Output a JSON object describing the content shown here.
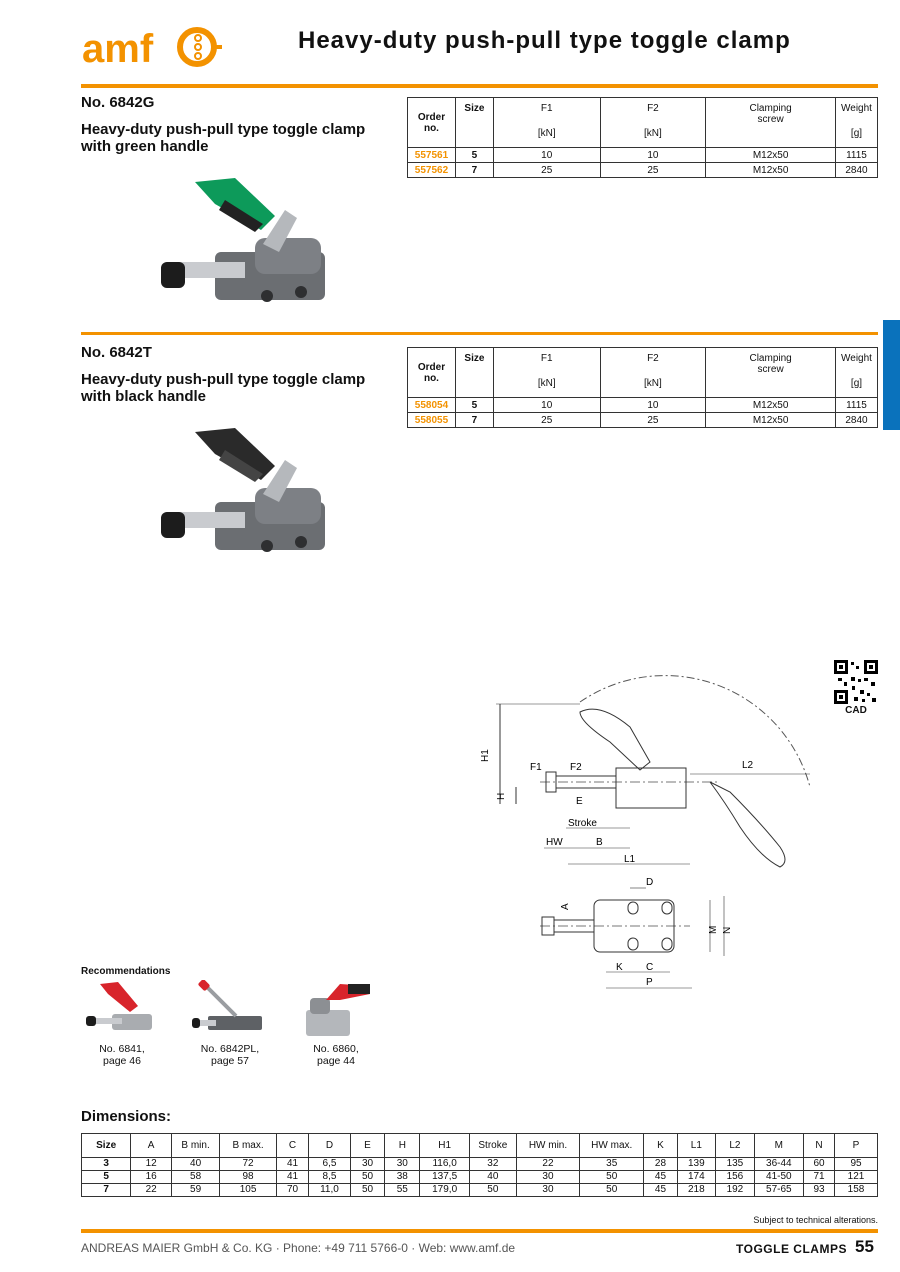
{
  "header": {
    "logo_text": "amf",
    "title": "Heavy-duty push-pull type toggle clamp"
  },
  "colors": {
    "accent": "#f39200",
    "side_tab": "#0a72bc",
    "green_handle": "#0d9a5a",
    "black_handle": "#2a2a2a"
  },
  "spec_headers": {
    "order": "Order no.",
    "size": "Size",
    "f1": "F1",
    "f1_unit": "[kN]",
    "f2": "F2",
    "f2_unit": "[kN]",
    "screw": "Clamping screw",
    "weight": "Weight",
    "weight_unit": "[g]"
  },
  "products": [
    {
      "number": "No. 6842G",
      "description": "Heavy-duty push-pull type toggle clamp with green handle",
      "rows": [
        {
          "order": "557561",
          "size": "5",
          "f1": "10",
          "f2": "10",
          "screw": "M12x50",
          "weight": "1115"
        },
        {
          "order": "557562",
          "size": "7",
          "f1": "25",
          "f2": "25",
          "screw": "M12x50",
          "weight": "2840"
        }
      ]
    },
    {
      "number": "No. 6842T",
      "description": "Heavy-duty push-pull type toggle clamp with black handle",
      "rows": [
        {
          "order": "558054",
          "size": "5",
          "f1": "10",
          "f2": "10",
          "screw": "M12x50",
          "weight": "1115"
        },
        {
          "order": "558055",
          "size": "7",
          "f1": "25",
          "f2": "25",
          "screw": "M12x50",
          "weight": "2840"
        }
      ]
    }
  ],
  "cad_label": "CAD",
  "drawing_labels": {
    "h1": "H1",
    "h": "H",
    "f1": "F1",
    "f2": "F2",
    "e": "E",
    "l2": "L2",
    "stroke": "Stroke",
    "hw": "HW",
    "b": "B",
    "l1": "L1",
    "d": "D",
    "a": "A",
    "m": "M",
    "n": "N",
    "k": "K",
    "c": "C",
    "p": "P"
  },
  "recommendations": {
    "title": "Recommendations",
    "items": [
      {
        "line1": "No. 6841,",
        "line2": "page 46"
      },
      {
        "line1": "No. 6842PL,",
        "line2": "page 57"
      },
      {
        "line1": "No. 6860,",
        "line2": "page 44"
      }
    ]
  },
  "dimensions": {
    "title": "Dimensions:",
    "headers": [
      "Size",
      "A",
      "B min.",
      "B max.",
      "C",
      "D",
      "E",
      "H",
      "H1",
      "Stroke",
      "HW min.",
      "HW max.",
      "K",
      "L1",
      "L2",
      "M",
      "N",
      "P"
    ],
    "rows": [
      [
        "3",
        "12",
        "40",
        "72",
        "41",
        "6,5",
        "30",
        "30",
        "116,0",
        "32",
        "22",
        "35",
        "28",
        "139",
        "135",
        "36-44",
        "60",
        "95"
      ],
      [
        "5",
        "16",
        "58",
        "98",
        "41",
        "8,5",
        "50",
        "38",
        "137,5",
        "40",
        "30",
        "50",
        "45",
        "174",
        "156",
        "41-50",
        "71",
        "121"
      ],
      [
        "7",
        "22",
        "59",
        "105",
        "70",
        "11,0",
        "50",
        "55",
        "179,0",
        "50",
        "30",
        "50",
        "45",
        "218",
        "192",
        "57-65",
        "93",
        "158"
      ]
    ]
  },
  "footer": {
    "note": "Subject to technical alterations.",
    "company": "ANDREAS MAIER GmbH & Co. KG · Phone: +49 711 5766-0 · Web: www.amf.de",
    "section": "TOGGLE CLAMPS",
    "page": "55"
  }
}
